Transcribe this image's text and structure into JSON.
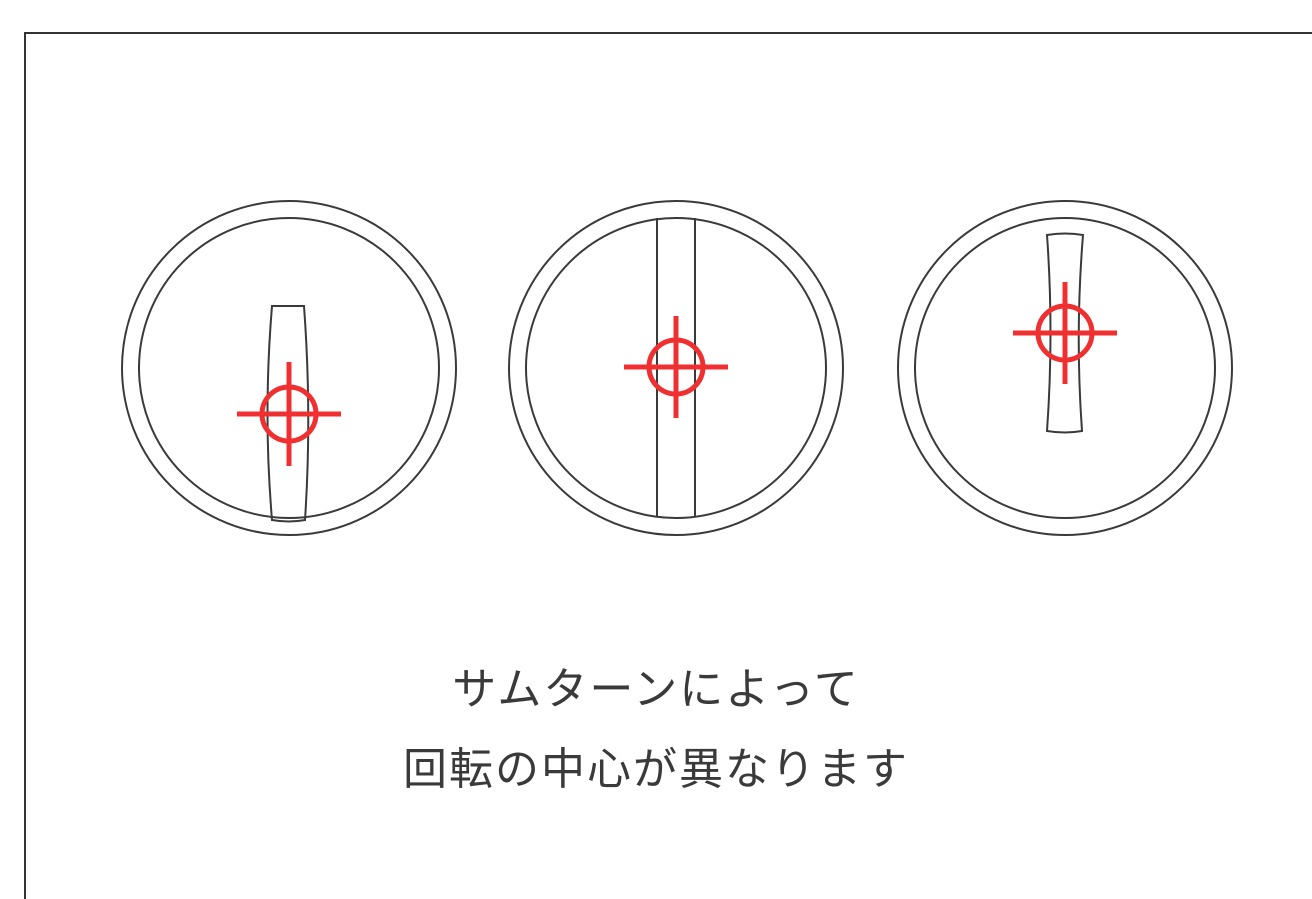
{
  "caption": {
    "line1": "サムターンによって",
    "line2": "回転の中心が異なります"
  },
  "locks": [
    {
      "id": "left",
      "knob": "long-tapered-offset",
      "pivot": "lower"
    },
    {
      "id": "center",
      "knob": "full-bar",
      "pivot": "center"
    },
    {
      "id": "right",
      "knob": "short-tapered-offset",
      "pivot": "upper"
    }
  ],
  "colors": {
    "outline": "#3a3a3a",
    "pivot_marker": "#f03030",
    "background": "#ffffff"
  }
}
